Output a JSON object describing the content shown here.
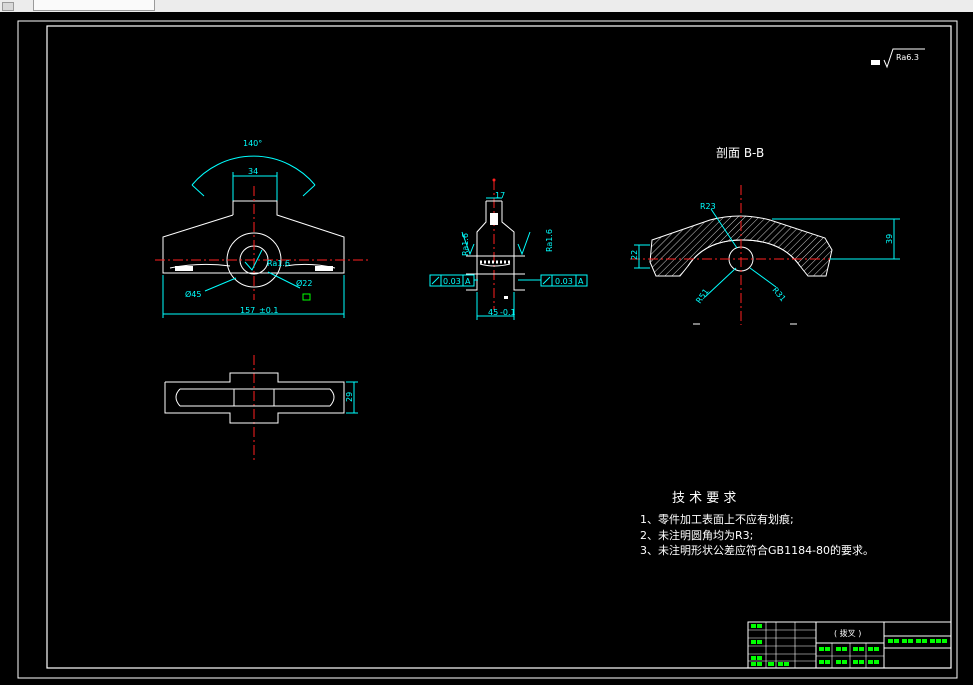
{
  "roughness_symbol": "Ra6.3",
  "front_view": {
    "angle_label": "140°",
    "width_34": "34",
    "roughness": "Ra1.6",
    "dia_45": "Ø45",
    "dia_22": "Ø22",
    "width_157": "157",
    "tol_157": "±0.1"
  },
  "side_view": {
    "width_17": "17",
    "ra_left": "Ra1.6",
    "ra_right": "Ra1.6",
    "tol_left_value": "0.03",
    "tol_left_ref": "A",
    "tol_right_value": "0.03",
    "tol_right_ref": "A",
    "width_45": "45",
    "tol_45": "-0.1"
  },
  "top_view": {
    "height_29": "29"
  },
  "section_view": {
    "title": "剖面 B-B",
    "r23": "R23",
    "h39": "39",
    "h22": "22",
    "r51": "R51",
    "r31": "R31"
  },
  "tech_requirements": {
    "title": "技 术 要 求",
    "items": [
      "1、零件加工表面上不应有划痕;",
      "2、未注明圆角均为R3;",
      "3、未注明形状公差应符合GB1184-80的要求。"
    ]
  },
  "title_block": {
    "part_name": "( 拨叉 )"
  },
  "colors": {
    "background": "#000000",
    "dimension": "#00ffff",
    "outline": "#ffffff",
    "centerline": "#ff2020",
    "table_text": "#00ff00"
  }
}
